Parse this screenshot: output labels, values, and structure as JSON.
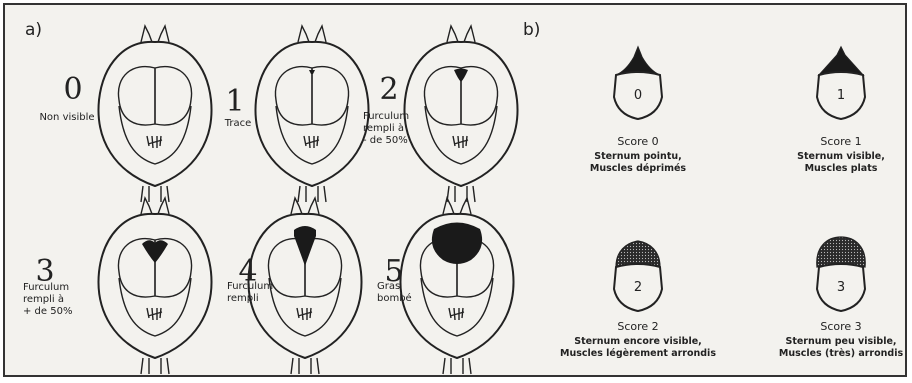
{
  "panel_a": {
    "label": "a)",
    "scores": [
      {
        "number": "0",
        "caption": [
          "Non visible"
        ],
        "fat": "none"
      },
      {
        "number": "1",
        "caption": [
          "Trace"
        ],
        "fat": "trace"
      },
      {
        "number": "2",
        "caption": [
          "Furculum",
          "rempli à",
          "- de 50%"
        ],
        "fat": "less-half"
      },
      {
        "number": "3",
        "caption": [
          "Furculum",
          "rempli à",
          "+ de 50%"
        ],
        "fat": "more-half"
      },
      {
        "number": "4",
        "caption": [
          "Furculum",
          "rempli"
        ],
        "fat": "full"
      },
      {
        "number": "5",
        "caption": [
          "Gras",
          "bombé"
        ],
        "fat": "bulging"
      }
    ]
  },
  "panel_b": {
    "label": "b)",
    "scores": [
      {
        "number": "0",
        "title": "Score 0",
        "desc": [
          "Sternum pointu,",
          "Muscles déprimés"
        ],
        "shape": "pointed"
      },
      {
        "number": "1",
        "title": "Score 1",
        "desc": [
          "Sternum visible,",
          "Muscles plats"
        ],
        "shape": "flat"
      },
      {
        "number": "2",
        "title": "Score 2",
        "desc": [
          "Sternum encore visible,",
          "Muscles légèrement arrondis"
        ],
        "shape": "rounded"
      },
      {
        "number": "3",
        "title": "Score 3",
        "desc": [
          "Sternum peu visible,",
          "Muscles (très) arrondis"
        ],
        "shape": "very-rounded"
      }
    ]
  },
  "colors": {
    "ink": "#222222",
    "background": "#f3f2ee",
    "fat": "#1a1a1a"
  }
}
